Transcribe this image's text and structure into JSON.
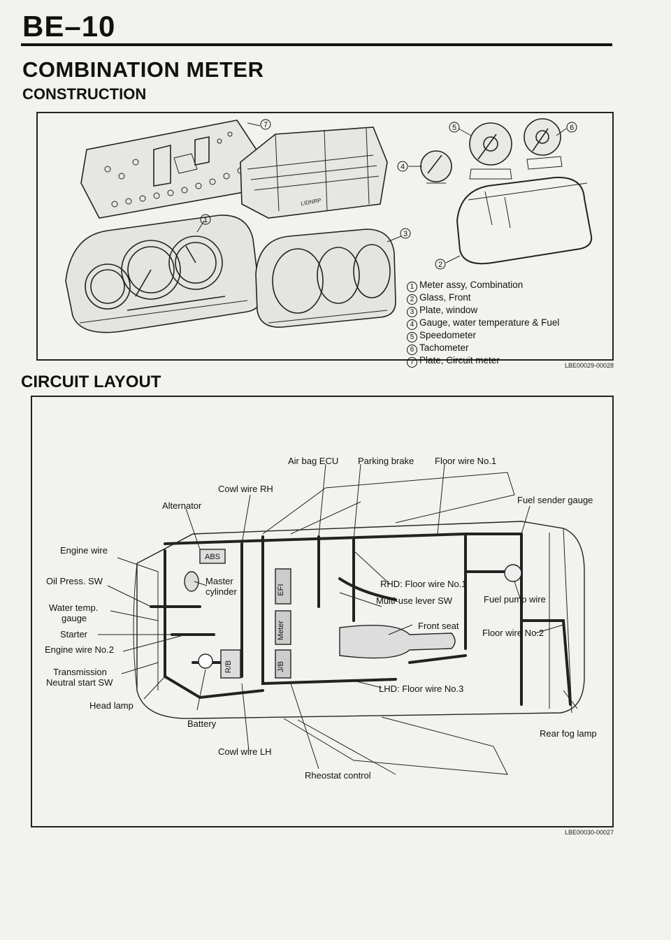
{
  "header": {
    "page_number": "BE–10"
  },
  "title": "COMBINATION METER",
  "construction": {
    "heading": "CONSTRUCTION",
    "legend": [
      {
        "num": "1",
        "text": "Meter assy, Combination"
      },
      {
        "num": "2",
        "text": "Glass, Front"
      },
      {
        "num": "3",
        "text": "Plate, window"
      },
      {
        "num": "4",
        "text": "Gauge, water temperature & Fuel"
      },
      {
        "num": "5",
        "text": "Speedometer"
      },
      {
        "num": "6",
        "text": "Tachometer"
      },
      {
        "num": "7",
        "text": "Plate, Circuit meter"
      }
    ],
    "callouts": [
      "7",
      "5",
      "6",
      "4",
      "1",
      "3",
      "2"
    ],
    "panel_label": "LIDNRP",
    "figure_code": "LBE00029-00028"
  },
  "circuit": {
    "heading": "CIRCUIT LAYOUT",
    "labels": {
      "air_bag_ecu": "Air bag ECU",
      "parking_brake": "Parking brake",
      "floor_wire_no1": "Floor wire No.1",
      "cowl_wire_rh": "Cowl wire RH",
      "alternator": "Alternator",
      "fuel_sender_gauge": "Fuel sender gauge",
      "engine_wire": "Engine wire",
      "oil_press_sw": "Oil Press. SW",
      "master_cylinder_1": "Master",
      "master_cylinder_2": "cylinder",
      "rhd_floor_wire_no1": "RHD: Floor wire No.1",
      "multi_use_lever_sw": "Multi-use lever SW",
      "fuel_pump_wire": "Fuel pump wire",
      "water_temp_gauge_1": "Water temp.",
      "water_temp_gauge_2": "gauge",
      "starter": "Starter",
      "front_seat": "Front seat",
      "floor_wire_no2": "Floor wire No.2",
      "engine_wire_no2": "Engine wire No.2",
      "transmission": "Transmission",
      "neutral_start_sw": "Neutral start SW",
      "lhd_floor_wire_no3": "LHD: Floor wire No.3",
      "head_lamp": "Head lamp",
      "battery": "Battery",
      "rear_fog_lamp": "Rear fog lamp",
      "cowl_wire_lh": "Cowl wire LH",
      "rheostat_control": "Rheostat control"
    },
    "components": {
      "abs": "ABS",
      "efi": "EFI",
      "meter": "Meter",
      "jb": "J/B",
      "rb": "R/B"
    },
    "figure_code": "LBE00030-00027"
  }
}
